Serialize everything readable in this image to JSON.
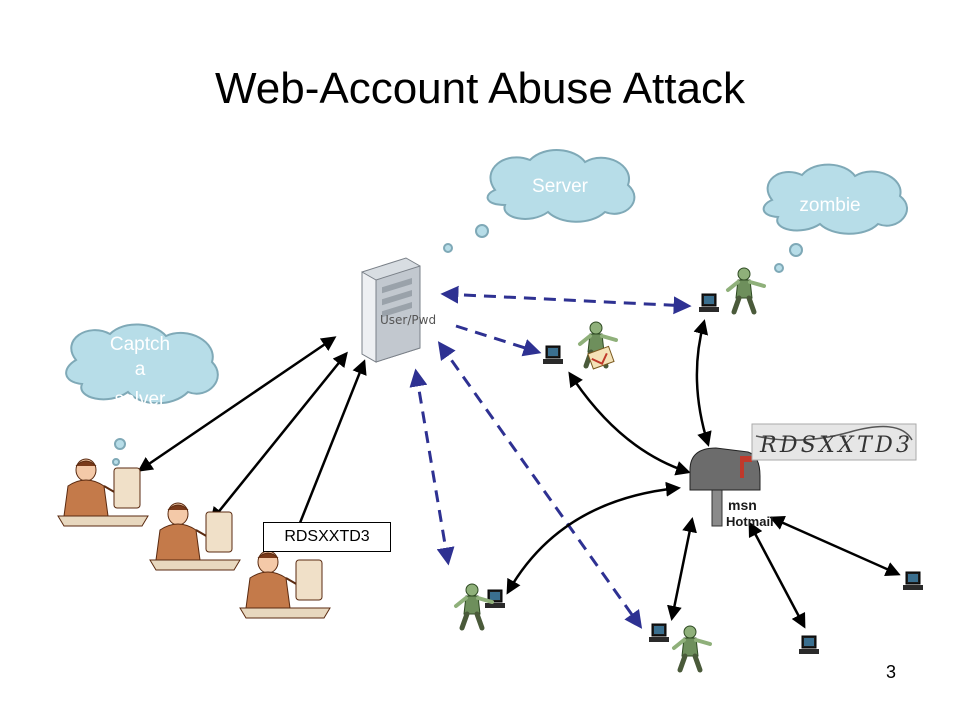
{
  "title": "Web-Account Abuse Attack",
  "page_number": "3",
  "clouds": {
    "server": "Server",
    "zombie": "zombie",
    "captcha_solver": [
      "Captch",
      "a",
      "solver"
    ]
  },
  "server_label": "User/Pwd",
  "captcha_answer": "RDSXXTD3",
  "captcha_image_text": "RDSXXTD3",
  "mail_service": {
    "brand_top": "msn",
    "brand_bottom": "Hotmail"
  },
  "colors": {
    "cloud_fill": "#b7dde8",
    "cloud_stroke": "#7fa9b7",
    "dashed_arrow": "#2e3192",
    "solid_arrow": "#000000"
  }
}
